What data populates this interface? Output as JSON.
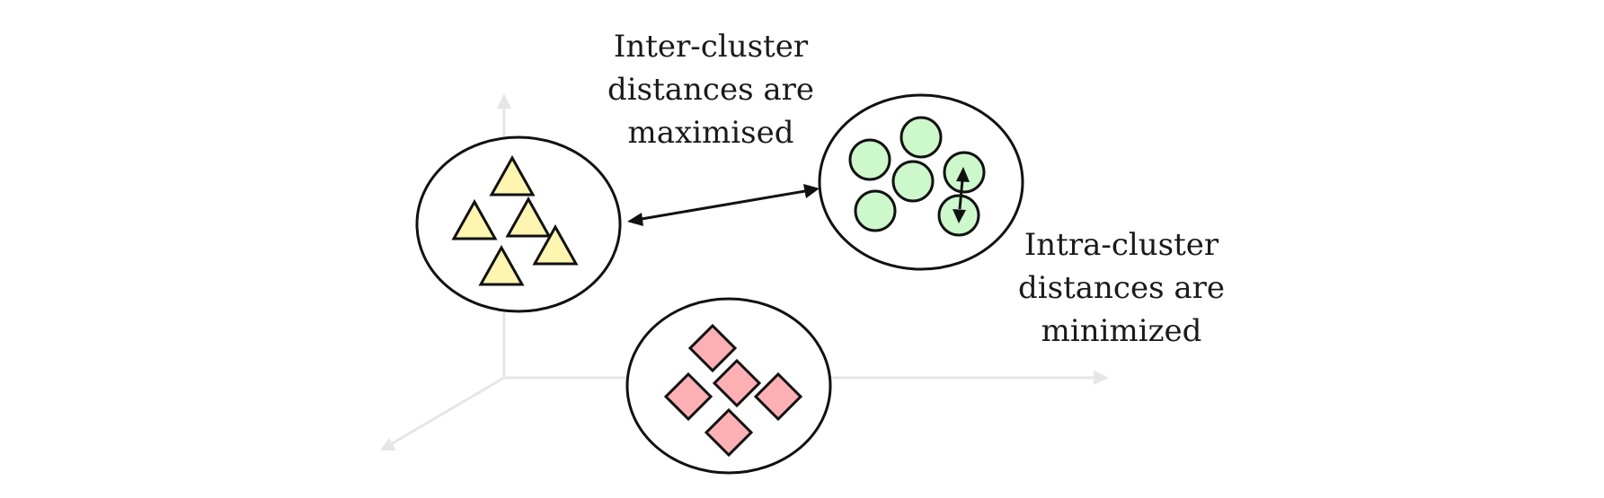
{
  "labels": {
    "inter": [
      "Inter-cluster",
      "distances are",
      "maximised"
    ],
    "intra": [
      "Intra-cluster",
      "distances are",
      "minimized"
    ]
  },
  "clusters": [
    {
      "name": "triangles",
      "shape": "triangle",
      "fill": "#fdf5b0",
      "count": 5
    },
    {
      "name": "circles",
      "shape": "circle",
      "fill": "#ccf8cc",
      "count": 6
    },
    {
      "name": "diamonds",
      "shape": "diamond",
      "fill": "#fcb0b3",
      "count": 5
    }
  ],
  "colors": {
    "axis": "#e6e6e6",
    "outline": "#111111"
  }
}
